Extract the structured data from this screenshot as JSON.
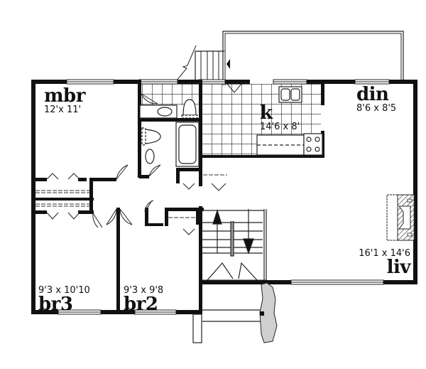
{
  "drawing": {
    "type": "floor-plan",
    "colors": {
      "wall": "#111111",
      "line": "#222222",
      "background": "#ffffff",
      "stone": "#9a9a9a"
    }
  },
  "rooms": {
    "mbr": {
      "name": "mbr",
      "dims": "12'x 11'"
    },
    "k": {
      "name": "k",
      "dims": "14'6 x 8'"
    },
    "din": {
      "name": "din",
      "dims": "8'6 x 8'5"
    },
    "liv": {
      "name": "liv",
      "dims": "16'1 x 14'6"
    },
    "br3": {
      "name": "br3",
      "dims": "9'3 x 10'10"
    },
    "br2": {
      "name": "br2",
      "dims": "9'3 x 9'8"
    }
  }
}
